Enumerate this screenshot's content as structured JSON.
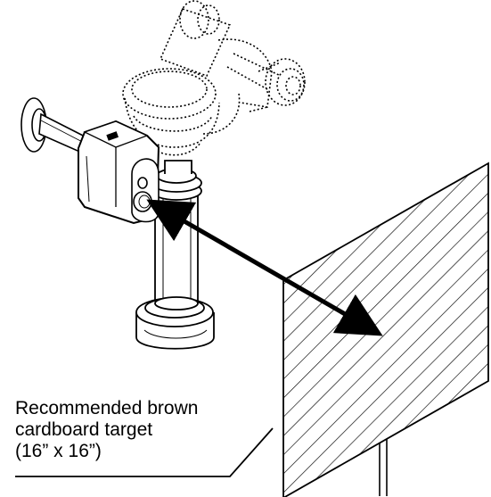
{
  "callout": {
    "line1": "Recommended brown",
    "line2": "cardboard target",
    "line3": "(16” x 16”)"
  }
}
